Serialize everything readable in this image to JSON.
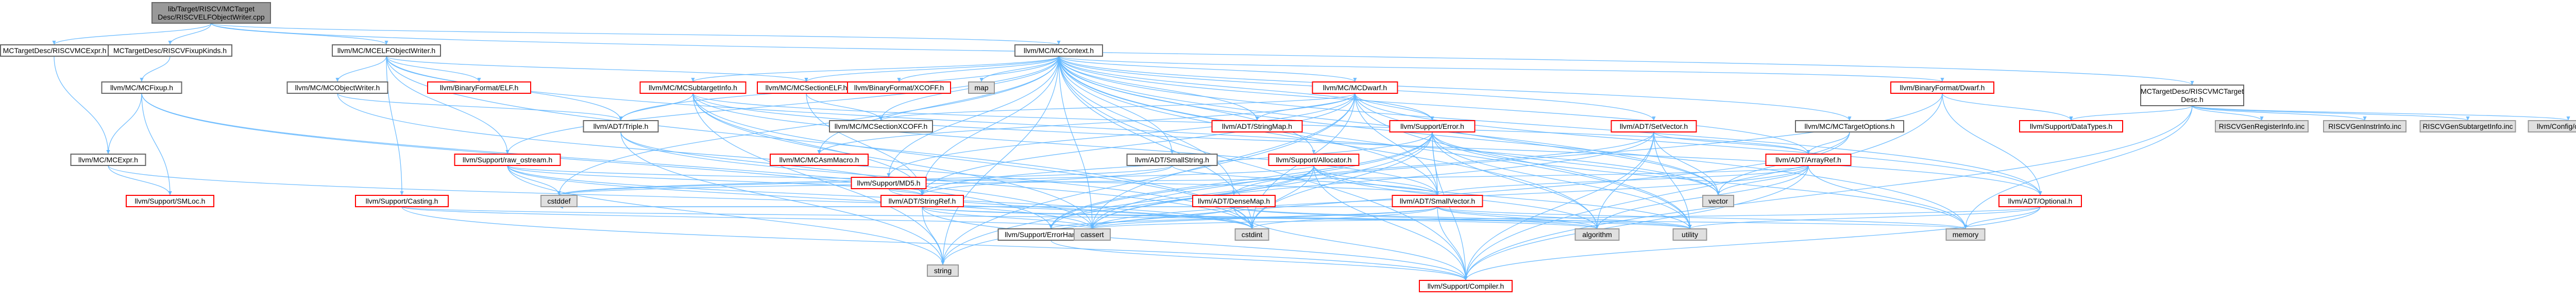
{
  "graph": {
    "nodes": [
      {
        "id": "root",
        "lines": [
          "lib/Target/RISCV/MCTarget",
          "Desc/RISCVELFObjectWriter.cpp"
        ],
        "style": "root"
      },
      {
        "id": "riscvmcexpr",
        "lines": [
          "MCTargetDesc/RISCVMCExpr.h"
        ],
        "style": "normal"
      },
      {
        "id": "riscvfixupkinds",
        "lines": [
          "MCTargetDesc/RISCVFixupKinds.h"
        ],
        "style": "normal"
      },
      {
        "id": "mcelfobjectwriter",
        "lines": [
          "llvm/MC/MCELFObjectWriter.h"
        ],
        "style": "normal"
      },
      {
        "id": "mccontext",
        "lines": [
          "llvm/MC/MCContext.h"
        ],
        "style": "normal"
      },
      {
        "id": "riscvmctargetdesc",
        "lines": [
          "MCTargetDesc/RISCVMCTarget",
          "Desc.h"
        ],
        "style": "normal"
      },
      {
        "id": "mcfixup",
        "lines": [
          "llvm/MC/MCFixup.h"
        ],
        "style": "normal"
      },
      {
        "id": "mcexpr",
        "lines": [
          "llvm/MC/MCExpr.h"
        ],
        "style": "normal"
      },
      {
        "id": "smloc",
        "lines": [
          "llvm/Support/SMLoc.h"
        ],
        "style": "red"
      },
      {
        "id": "casting",
        "lines": [
          "llvm/Support/Casting.h"
        ],
        "style": "red"
      },
      {
        "id": "errorhandling",
        "lines": [
          "llvm/Support/ErrorHandling.h"
        ],
        "style": "normal"
      },
      {
        "id": "compiler",
        "lines": [
          "llvm/Support/Compiler.h"
        ],
        "style": "red"
      },
      {
        "id": "mcobjectwriter",
        "lines": [
          "llvm/MC/MCObjectWriter.h"
        ],
        "style": "normal"
      },
      {
        "id": "binaryformatelf",
        "lines": [
          "llvm/BinaryFormat/ELF.h"
        ],
        "style": "red"
      },
      {
        "id": "rawostream",
        "lines": [
          "llvm/Support/raw_ostream.h"
        ],
        "style": "red"
      },
      {
        "id": "mcsubtargetinfo",
        "lines": [
          "llvm/MC/MCSubtargetInfo.h"
        ],
        "style": "red"
      },
      {
        "id": "mcsectionelf",
        "lines": [
          "llvm/MC/MCSectionELF.h"
        ],
        "style": "red"
      },
      {
        "id": "xcoff",
        "lines": [
          "llvm/BinaryFormat/XCOFF.h"
        ],
        "style": "red"
      },
      {
        "id": "map",
        "lines": [
          "map"
        ],
        "style": "gray"
      },
      {
        "id": "triple",
        "lines": [
          "llvm/ADT/Triple.h"
        ],
        "style": "normal"
      },
      {
        "id": "mcsectionxcoff",
        "lines": [
          "llvm/MC/MCSectionXCOFF.h"
        ],
        "style": "normal"
      },
      {
        "id": "stringmap",
        "lines": [
          "llvm/ADT/StringMap.h"
        ],
        "style": "red"
      },
      {
        "id": "mcasmmacro",
        "lines": [
          "llvm/MC/MCAsmMacro.h"
        ],
        "style": "red"
      },
      {
        "id": "md5",
        "lines": [
          "llvm/Support/MD5.h"
        ],
        "style": "red"
      },
      {
        "id": "mcdwarf",
        "lines": [
          "llvm/MC/MCDwarf.h"
        ],
        "style": "red"
      },
      {
        "id": "supporterror",
        "lines": [
          "llvm/Support/Error.h"
        ],
        "style": "red"
      },
      {
        "id": "smallstring",
        "lines": [
          "llvm/ADT/SmallString.h"
        ],
        "style": "normal"
      },
      {
        "id": "allocator",
        "lines": [
          "llvm/Support/Allocator.h"
        ],
        "style": "red"
      },
      {
        "id": "stringref",
        "lines": [
          "llvm/ADT/StringRef.h"
        ],
        "style": "red"
      },
      {
        "id": "densemap",
        "lines": [
          "llvm/ADT/DenseMap.h"
        ],
        "style": "red"
      },
      {
        "id": "smallvector",
        "lines": [
          "llvm/ADT/SmallVector.h"
        ],
        "style": "red"
      },
      {
        "id": "dwarf",
        "lines": [
          "llvm/BinaryFormat/Dwarf.h"
        ],
        "style": "red"
      },
      {
        "id": "datatypes",
        "lines": [
          "llvm/Support/DataTypes.h"
        ],
        "style": "red"
      },
      {
        "id": "setvector",
        "lines": [
          "llvm/ADT/SetVector.h"
        ],
        "style": "red"
      },
      {
        "id": "mctargetoptions",
        "lines": [
          "llvm/MC/MCTargetOptions.h"
        ],
        "style": "normal"
      },
      {
        "id": "arrayref",
        "lines": [
          "llvm/ADT/ArrayRef.h"
        ],
        "style": "red"
      },
      {
        "id": "optional",
        "lines": [
          "llvm/ADT/Optional.h"
        ],
        "style": "red"
      },
      {
        "id": "cstddef",
        "lines": [
          "cstddef"
        ],
        "style": "gray"
      },
      {
        "id": "cassert",
        "lines": [
          "cassert"
        ],
        "style": "gray"
      },
      {
        "id": "cstdint",
        "lines": [
          "cstdint"
        ],
        "style": "gray"
      },
      {
        "id": "string",
        "lines": [
          "string"
        ],
        "style": "gray"
      },
      {
        "id": "vector",
        "lines": [
          "vector"
        ],
        "style": "gray"
      },
      {
        "id": "algorithm",
        "lines": [
          "algorithm"
        ],
        "style": "gray"
      },
      {
        "id": "utility",
        "lines": [
          "utility"
        ],
        "style": "gray"
      },
      {
        "id": "memory",
        "lines": [
          "memory"
        ],
        "style": "gray"
      },
      {
        "id": "riscvgenregisterinfo",
        "lines": [
          "RISCVGenRegisterInfo.inc"
        ],
        "style": "gray"
      },
      {
        "id": "riscvgeninstrinfo",
        "lines": [
          "RISCVGenInstrInfo.inc"
        ],
        "style": "gray"
      },
      {
        "id": "riscvgensubtargetinfo",
        "lines": [
          "RISCVGenSubtargetInfo.inc"
        ],
        "style": "gray"
      },
      {
        "id": "config",
        "lines": [
          "llvm/Config/config.h"
        ],
        "style": "gray"
      }
    ],
    "edges": [
      [
        "root",
        "riscvmcexpr"
      ],
      [
        "root",
        "riscvfixupkinds"
      ],
      [
        "root",
        "mcelfobjectwriter"
      ],
      [
        "root",
        "mccontext"
      ],
      [
        "root",
        "riscvmctargetdesc"
      ],
      [
        "riscvmcexpr",
        "mcexpr"
      ],
      [
        "riscvfixupkinds",
        "mcfixup"
      ],
      [
        "mcelfobjectwriter",
        "triple"
      ],
      [
        "mcelfobjectwriter",
        "binaryformatelf"
      ],
      [
        "mcelfobjectwriter",
        "mcobjectwriter"
      ],
      [
        "mcelfobjectwriter",
        "mcsectionelf"
      ],
      [
        "mcelfobjectwriter",
        "casting"
      ],
      [
        "mcelfobjectwriter",
        "rawostream"
      ],
      [
        "mcelfobjectwriter",
        "cstdint"
      ],
      [
        "mcelfobjectwriter",
        "vector"
      ],
      [
        "mcfixup",
        "mcexpr"
      ],
      [
        "mcfixup",
        "smloc"
      ],
      [
        "mcfixup",
        "errorhandling"
      ],
      [
        "mcfixup",
        "cassert"
      ],
      [
        "mcexpr",
        "smloc"
      ],
      [
        "mcexpr",
        "cstdint"
      ],
      [
        "mcobjectwriter",
        "triple"
      ],
      [
        "mcobjectwriter",
        "cstdint"
      ],
      [
        "mccontext",
        "mcsubtargetinfo"
      ],
      [
        "mccontext",
        "mcsectionelf"
      ],
      [
        "mccontext",
        "xcoff"
      ],
      [
        "mccontext",
        "map"
      ],
      [
        "mccontext",
        "triple"
      ],
      [
        "mccontext",
        "mcsectionxcoff"
      ],
      [
        "mccontext",
        "stringmap"
      ],
      [
        "mccontext",
        "mcasmmacro"
      ],
      [
        "mccontext",
        "md5"
      ],
      [
        "mccontext",
        "mcdwarf"
      ],
      [
        "mccontext",
        "supporterror"
      ],
      [
        "mccontext",
        "smallstring"
      ],
      [
        "mccontext",
        "allocator"
      ],
      [
        "mccontext",
        "stringref"
      ],
      [
        "mccontext",
        "densemap"
      ],
      [
        "mccontext",
        "smallvector"
      ],
      [
        "mccontext",
        "dwarf"
      ],
      [
        "mccontext",
        "setvector"
      ],
      [
        "mccontext",
        "mctargetoptions"
      ],
      [
        "mccontext",
        "arrayref"
      ],
      [
        "mccontext",
        "optional"
      ],
      [
        "mccontext",
        "rawostream"
      ],
      [
        "mccontext",
        "compiler"
      ],
      [
        "mccontext",
        "cstddef"
      ],
      [
        "mccontext",
        "cstdint"
      ],
      [
        "mccontext",
        "string"
      ],
      [
        "mccontext",
        "vector"
      ],
      [
        "mccontext",
        "utility"
      ],
      [
        "mccontext",
        "memory"
      ],
      [
        "mccontext",
        "algorithm"
      ],
      [
        "mccontext",
        "cassert"
      ],
      [
        "mcsubtargetinfo",
        "triple"
      ],
      [
        "mcsubtargetinfo",
        "stringref"
      ],
      [
        "mcsubtargetinfo",
        "arrayref"
      ],
      [
        "mcsubtargetinfo",
        "smallvector"
      ],
      [
        "mcsubtargetinfo",
        "cassert"
      ],
      [
        "mcsubtargetinfo",
        "cstdint"
      ],
      [
        "mcsubtargetinfo",
        "string"
      ],
      [
        "mcsubtargetinfo",
        "optional"
      ],
      [
        "mcsectionelf",
        "stringref"
      ],
      [
        "mcsectionelf",
        "mcsectionxcoff"
      ],
      [
        "triple",
        "stringref"
      ],
      [
        "triple",
        "cstdint"
      ],
      [
        "triple",
        "string"
      ],
      [
        "rawostream",
        "smallvector"
      ],
      [
        "rawostream",
        "stringref"
      ],
      [
        "rawostream",
        "cassert"
      ],
      [
        "rawostream",
        "cstddef"
      ],
      [
        "rawostream",
        "cstdint"
      ],
      [
        "rawostream",
        "string"
      ],
      [
        "md5",
        "stringref"
      ],
      [
        "md5",
        "cstdint"
      ],
      [
        "mcdwarf",
        "stringmap"
      ],
      [
        "mcdwarf",
        "stringref"
      ],
      [
        "mcdwarf",
        "md5"
      ],
      [
        "mcdwarf",
        "supporterror"
      ],
      [
        "mcdwarf",
        "smallvector"
      ],
      [
        "mcdwarf",
        "mcsectionxcoff"
      ],
      [
        "mcdwarf",
        "optional"
      ],
      [
        "mcdwarf",
        "cassert"
      ],
      [
        "mcdwarf",
        "cstdint"
      ],
      [
        "mcdwarf",
        "string"
      ],
      [
        "mcdwarf",
        "utility"
      ],
      [
        "mcdwarf",
        "vector"
      ],
      [
        "mcdwarf",
        "mcasmmacro"
      ],
      [
        "supporterror",
        "compiler"
      ],
      [
        "supporterror",
        "errorhandling"
      ],
      [
        "supporterror",
        "cassert"
      ],
      [
        "supporterror",
        "cstdint"
      ],
      [
        "supporterror",
        "memory"
      ],
      [
        "supporterror",
        "string"
      ],
      [
        "supporterror",
        "utility"
      ],
      [
        "supporterror",
        "vector"
      ],
      [
        "supporterror",
        "algorithm"
      ],
      [
        "supporterror",
        "smallvector"
      ],
      [
        "supporterror",
        "stringref"
      ],
      [
        "smallstring",
        "smallvector"
      ],
      [
        "smallstring",
        "stringref"
      ],
      [
        "smallstring",
        "cstddef"
      ],
      [
        "allocator",
        "smallvector"
      ],
      [
        "allocator",
        "compiler"
      ],
      [
        "allocator",
        "errorhandling"
      ],
      [
        "allocator",
        "algorithm"
      ],
      [
        "allocator",
        "cassert"
      ],
      [
        "allocator",
        "cstddef"
      ],
      [
        "allocator",
        "cstdint"
      ],
      [
        "allocator",
        "iterator_placeholder_none"
      ],
      [
        "allocator",
        "utility"
      ],
      [
        "stringref",
        "compiler"
      ],
      [
        "stringref",
        "cassert"
      ],
      [
        "stringref",
        "cstddef"
      ],
      [
        "stringref",
        "string"
      ],
      [
        "stringref",
        "algorithm"
      ],
      [
        "stringref",
        "utility"
      ],
      [
        "densemap",
        "compiler"
      ],
      [
        "densemap",
        "algorithm"
      ],
      [
        "densemap",
        "cassert"
      ],
      [
        "densemap",
        "cstddef"
      ],
      [
        "densemap",
        "utility"
      ],
      [
        "smallvector",
        "compiler"
      ],
      [
        "smallvector",
        "errorhandling"
      ],
      [
        "smallvector",
        "algorithm"
      ],
      [
        "smallvector",
        "cassert"
      ],
      [
        "smallvector",
        "cstddef"
      ],
      [
        "smallvector",
        "cstdint"
      ],
      [
        "smallvector",
        "memory"
      ],
      [
        "smallvector",
        "utility"
      ],
      [
        "dwarf",
        "datatypes"
      ],
      [
        "dwarf",
        "compiler"
      ],
      [
        "dwarf",
        "errorhandling"
      ],
      [
        "dwarf",
        "optional"
      ],
      [
        "setvector",
        "arrayref"
      ],
      [
        "setvector",
        "densemap"
      ],
      [
        "setvector",
        "compiler"
      ],
      [
        "setvector",
        "algorithm"
      ],
      [
        "setvector",
        "cassert"
      ],
      [
        "setvector",
        "vector"
      ],
      [
        "setvector",
        "utility"
      ],
      [
        "mctargetoptions",
        "arrayref"
      ],
      [
        "mctargetoptions",
        "string"
      ],
      [
        "mctargetoptions",
        "vector"
      ],
      [
        "arrayref",
        "smallvector"
      ],
      [
        "arrayref",
        "compiler"
      ],
      [
        "arrayref",
        "algorithm"
      ],
      [
        "arrayref",
        "cassert"
      ],
      [
        "arrayref",
        "cstddef"
      ],
      [
        "arrayref",
        "memory"
      ],
      [
        "arrayref",
        "vector"
      ],
      [
        "optional",
        "compiler"
      ],
      [
        "optional",
        "cassert"
      ],
      [
        "optional",
        "memory"
      ],
      [
        "optional",
        "utility"
      ],
      [
        "casting",
        "compiler"
      ],
      [
        "casting",
        "cassert"
      ],
      [
        "casting",
        "memory"
      ],
      [
        "errorhandling",
        "compiler"
      ],
      [
        "riscvmctargetdesc",
        "datatypes"
      ],
      [
        "riscvmctargetdesc",
        "memory"
      ],
      [
        "riscvmctargetdesc",
        "riscvgenregisterinfo"
      ],
      [
        "riscvmctargetdesc",
        "riscvgeninstrinfo"
      ],
      [
        "riscvmctargetdesc",
        "riscvgensubtargetinfo"
      ],
      [
        "riscvmctargetdesc",
        "config"
      ],
      [
        "riscvmctargetdesc",
        "compiler"
      ]
    ]
  }
}
